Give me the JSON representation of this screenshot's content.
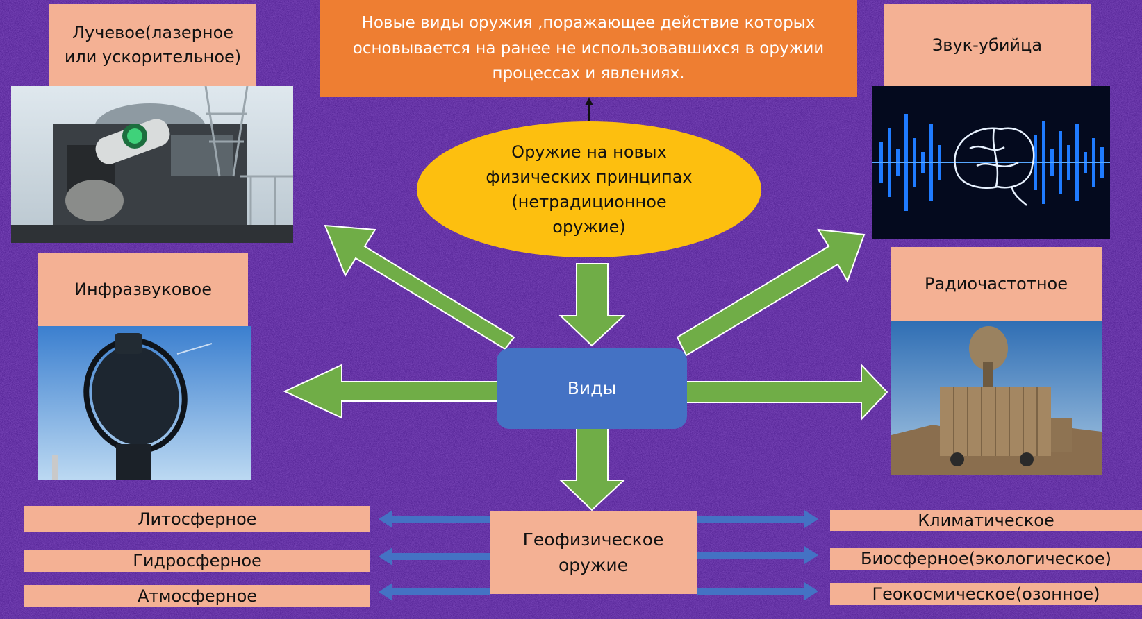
{
  "title_box": "Новые виды оружия ,поражающее действие которых основывается на ранее не использовавшихся в оружии процессах и явлениях.",
  "center": "Оружие на новых физических принципах (нетрадиционное оружие)",
  "hub": "Виды",
  "types": {
    "beam": "Лучевое(лазерное или ускорительное)",
    "sound": "Звук-убийца",
    "infrasound": "Инфразвуковое",
    "radio": "Радиочастотное"
  },
  "geophysical": {
    "title": "Геофизическое оружие",
    "left": [
      "Литосферное",
      "Гидросферное",
      "Атмосферное"
    ],
    "right": [
      "Климатическое",
      "Биосферное(экологическое)",
      "Геокосмическое(озонное)"
    ]
  },
  "colors": {
    "background": "#4a1a8c",
    "salmon": "#f4b194",
    "orange": "#ee7e32",
    "yellow": "#fdbf0f",
    "hub_blue": "#4472c4",
    "green_arrow": "#70ad47",
    "blue_arrow": "#4472c4"
  },
  "images": [
    "laser-turret-photo",
    "brain-soundwave-photo",
    "acoustic-device-photo",
    "radar-truck-photo"
  ]
}
